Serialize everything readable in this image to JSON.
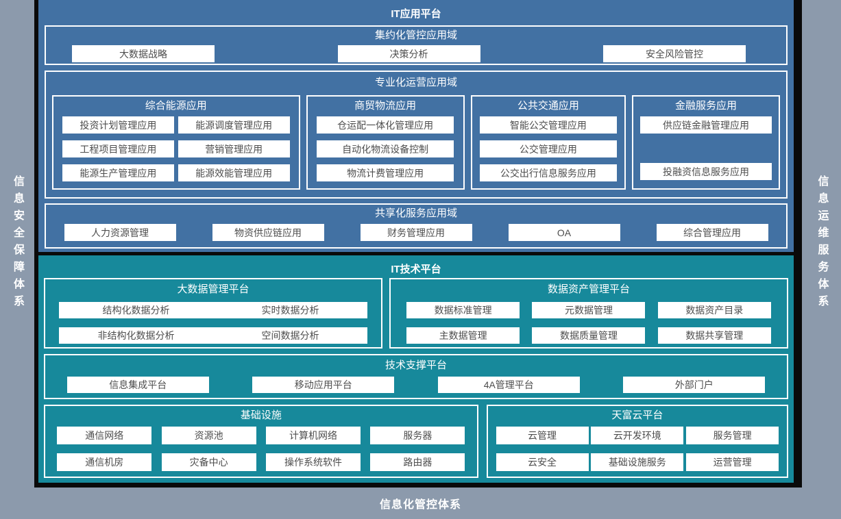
{
  "frame": {
    "left_bar": "信息安全保障体系",
    "right_bar": "信息运维服务体系",
    "bottom_bar": "信息化管控体系"
  },
  "colors": {
    "app_panel_blue": "#4271A3",
    "tech_panel_teal": "#17899B",
    "frame_gray": "#8C9AAC",
    "item_text": "#4d4d4d"
  },
  "app_platform": {
    "title": "IT应用平台",
    "intensive": {
      "title": "集约化管控应用域",
      "items": [
        "大数据战略",
        "决策分析",
        "安全风险管控"
      ]
    },
    "specialized": {
      "title": "专业化运营应用域",
      "groups": [
        {
          "title": "综合能源应用",
          "items": [
            "投资计划管理应用",
            "能源调度管理应用",
            "工程项目管理应用",
            "营销管理应用",
            "能源生产管理应用",
            "能源效能管理应用"
          ]
        },
        {
          "title": "商贸物流应用",
          "items": [
            "仓运配一体化管理应用",
            "自动化物流设备控制",
            "物流计费管理应用"
          ]
        },
        {
          "title": "公共交通应用",
          "items": [
            "智能公交管理应用",
            "公交管理应用",
            "公交出行信息服务应用"
          ]
        },
        {
          "title": "金融服务应用",
          "items": [
            "供应链金融管理应用",
            "投融资信息服务应用"
          ]
        }
      ]
    },
    "shared": {
      "title": "共享化服务应用域",
      "items": [
        "人力资源管理",
        "物资供应链应用",
        "财务管理应用",
        "OA",
        "综合管理应用"
      ]
    }
  },
  "tech_platform": {
    "title": "IT技术平台",
    "bigdata": {
      "title": "大数据管理平台",
      "items": [
        "结构化数据分析",
        "实时数据分析",
        "非结构化数据分析",
        "空间数据分析"
      ]
    },
    "data_asset": {
      "title": "数据资产管理平台",
      "items": [
        "数据标准管理",
        "元数据管理",
        "数据资产目录",
        "主数据管理",
        "数据质量管理",
        "数据共享管理"
      ]
    },
    "support": {
      "title": "技术支撑平台",
      "items": [
        "信息集成平台",
        "移动应用平台",
        "4A管理平台",
        "外部门户"
      ]
    },
    "infrastructure": {
      "title": "基础设施",
      "items": [
        "通信网络",
        "资源池",
        "计算机网络",
        "服务器",
        "通信机房",
        "灾备中心",
        "操作系统软件",
        "路由器"
      ]
    },
    "cloud": {
      "title": "天富云平台",
      "items": [
        "云管理",
        "云开发环境",
        "服务管理",
        "云安全",
        "基础设施服务",
        "运营管理"
      ]
    }
  }
}
